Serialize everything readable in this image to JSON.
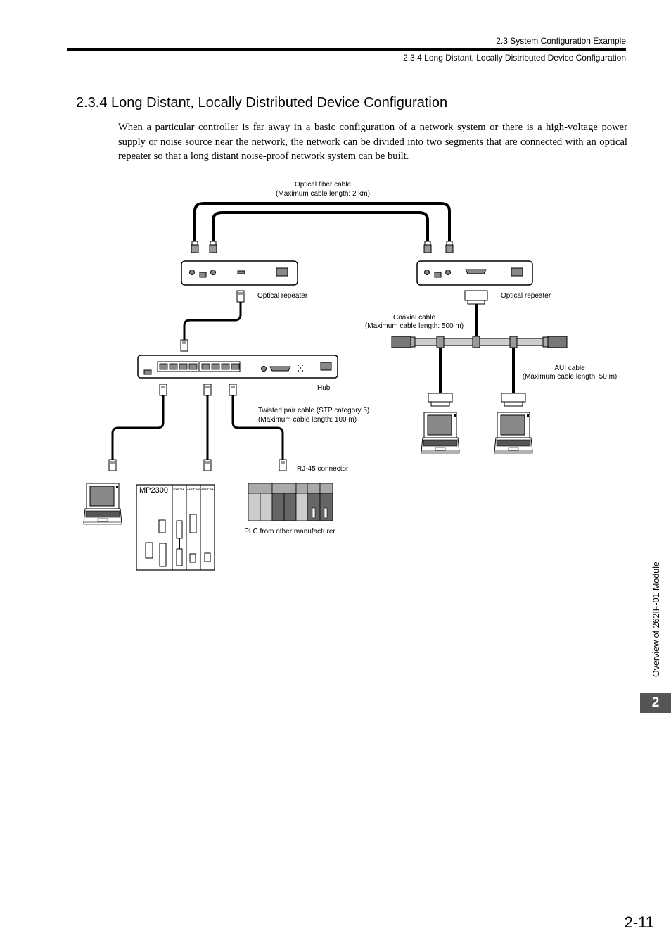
{
  "header": {
    "section": "2.3  System Configuration Example",
    "subsection": "2.3.4  Long Distant, Locally Distributed Device Configuration"
  },
  "title": "2.3.4  Long Distant, Locally Distributed Device Configuration",
  "intro": "When a particular controller is far away in a basic configuration of a network system or there is a high-voltage power supply or noise source near the network, the network can be divided into two segments that are connected with an optical repeater so that a long distant noise-proof network system can be built.",
  "diagram": {
    "fiber_label_1": "Optical fiber cable",
    "fiber_label_2": "(Maximum cable length: 2 km)",
    "repeater_left": "Optical repeater",
    "repeater_right": "Optical repeater",
    "coax_label_1": "Coaxial cable",
    "coax_label_2": "(Maximum cable length: 500 m)",
    "aui_label_1": "AUI cable",
    "aui_label_2": "(Maximum cable length: 50 m)",
    "hub": "Hub",
    "tp_label_1": "Twisted pair cable (STP category 5)",
    "tp_label_2": "(Maximum cable length: 100 m)",
    "rj45": "RJ-45 connector",
    "mp2300": "MP2300",
    "mod_1": "SVB-01",
    "mod_2": "218IF-02",
    "mod_3": "262IF-01",
    "plc": "PLC from other manufacturer"
  },
  "side_tab": "Overview of 262IF-01 Module",
  "chapter": "2",
  "page_number": "2-11"
}
